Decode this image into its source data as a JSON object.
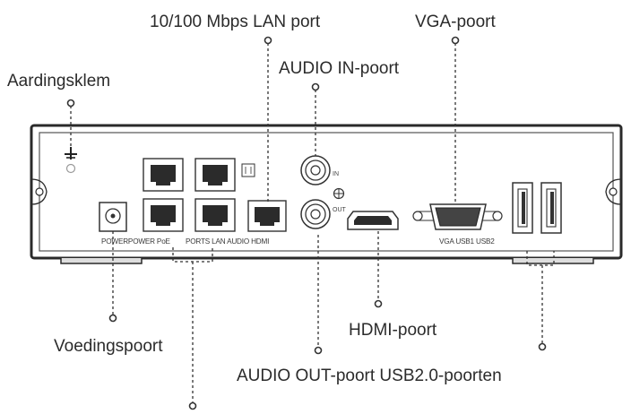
{
  "callouts": {
    "lan_port": "10/100 Mbps LAN port",
    "vga_port": "VGA-poort",
    "grounding": "Aardingsklem",
    "audio_in": "AUDIO IN-poort",
    "hdmi_port": "HDMI-poort",
    "power_port": "Voedingspoort",
    "audio_out_usb": "AUDIO OUT-poort USB2.0-poorten"
  },
  "panel_labels": {
    "left": "POWERPOWER PoE",
    "middle": "PORTS LAN AUDIO HDMI",
    "right": "VGA USB1 USB2",
    "audio_in": "IN",
    "audio_out": "OUT"
  },
  "icons": [
    "ground-symbol-icon",
    "ethernet-port-icon",
    "audio-jack-icon",
    "hdmi-port-icon",
    "vga-port-icon",
    "usb-port-icon",
    "dc-power-icon"
  ]
}
